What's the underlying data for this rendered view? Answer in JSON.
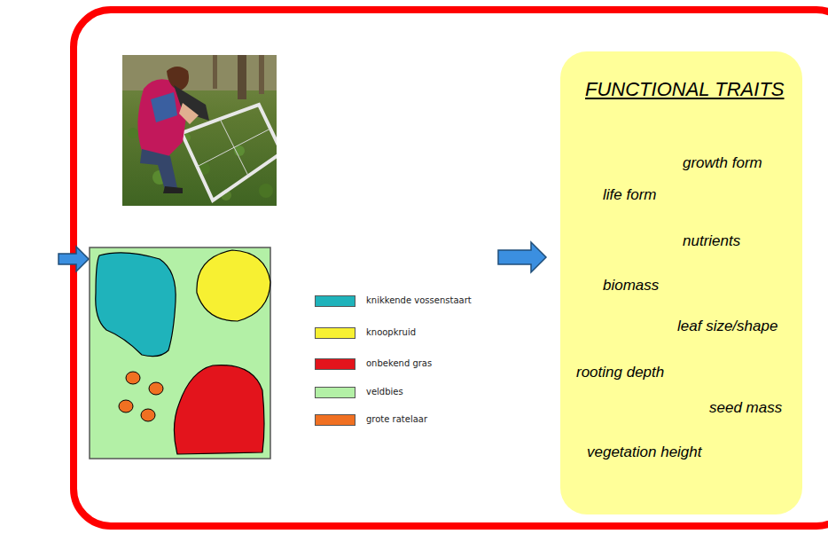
{
  "diagram": {
    "nodes": [
      {
        "text": [
          "FUNCTIONAL TRAITS",
          "growth form",
          "life form",
          "nutrients",
          "biomass",
          "leaf size/shape",
          "rooting depth",
          "seed mass",
          "vegetation height"
        ]
      }
    ],
    "legend": [
      {
        "text": "knikkende vossenstaart",
        "color": "#1fb3bb"
      },
      {
        "text": "knoopkruid",
        "color": "#f7f032"
      },
      {
        "text": "onbekend gras",
        "color": "#e3141c"
      },
      {
        "text": "veldbies",
        "color": "#b3f0a6"
      },
      {
        "text": "grote ratelaar",
        "color": "#f07022"
      }
    ]
  }
}
